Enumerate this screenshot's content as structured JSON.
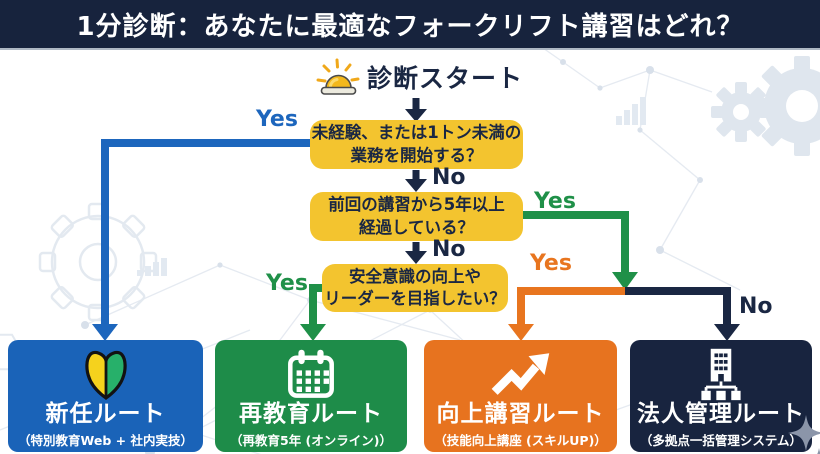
{
  "title": "1分診断：あなたに最適なフォークリフト講習はどれ？",
  "start_label": "診断スタート",
  "branch_labels": {
    "yes": "Yes",
    "no": "No"
  },
  "questions": [
    {
      "line1": "未経験、または1トン未満の",
      "line2": "業務を開始する？"
    },
    {
      "line1": "前回の講習から5年以上",
      "line2": "経過している？"
    },
    {
      "line1": "安全意識の向上や",
      "line2": "リーダーを目指したい？"
    }
  ],
  "routes": [
    {
      "name": "新任ルート",
      "detail": "（特別教育Web + 社内実技）",
      "icon": "beginner-mark-icon",
      "color": "#1a63b8"
    },
    {
      "name": "再教育ルート",
      "detail": "（再教育5年 (オンライン)）",
      "icon": "calendar-icon",
      "color": "#1e8c49"
    },
    {
      "name": "向上講習ルート",
      "detail": "（技能向上講座 (スキルUP)）",
      "icon": "trend-up-icon",
      "color": "#e7731f"
    },
    {
      "name": "法人管理ルート",
      "detail": "（多拠点一括管理システム）",
      "icon": "building-org-icon",
      "color": "#18243f"
    }
  ],
  "colors": {
    "title_bar": "#17233d",
    "navy": "#1a2743",
    "question_bg": "#f3c42f",
    "yes_blue": "#1d66bd",
    "yes_green": "#1f9048",
    "yes_orange": "#e8751f",
    "background": "#ffffff",
    "decoration": "#dfe6ee"
  }
}
